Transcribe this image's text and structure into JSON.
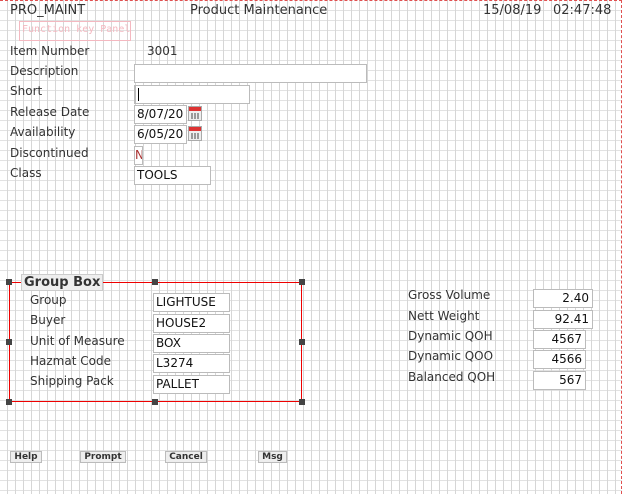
{
  "header": {
    "program": "PRO_MAINT",
    "title": "Product Maintenance",
    "date": "15/08/19",
    "time": "02:47:48"
  },
  "function_key_panel": "Function key Panel",
  "fields": {
    "item_number": {
      "label": "Item Number",
      "value": "3001"
    },
    "description": {
      "label": "Description",
      "value": ""
    },
    "short": {
      "label": "Short",
      "value": ""
    },
    "release_date": {
      "label": "Release Date",
      "value": "8/07/20"
    },
    "availability": {
      "label": "Availability",
      "value": "6/05/20"
    },
    "discontinued": {
      "label": "Discontinued",
      "value": "N"
    },
    "class": {
      "label": "Class",
      "value": "TOOLS"
    }
  },
  "group_box": {
    "title": "Group Box",
    "rows": [
      {
        "label": "Group",
        "value": "LIGHTUSE"
      },
      {
        "label": "Buyer",
        "value": "HOUSE2"
      },
      {
        "label": "Unit of Measure",
        "value": "BOX"
      },
      {
        "label": "Hazmat Code",
        "value": "L3274"
      },
      {
        "label": "Shipping Pack",
        "value": "PALLET"
      }
    ]
  },
  "stats": [
    {
      "label": "Gross Volume",
      "value": "2.40"
    },
    {
      "label": "Nett Weight",
      "value": "92.41"
    },
    {
      "label": "Dynamic QOH",
      "value": "4567"
    },
    {
      "label": "Dynamic QOO",
      "value": "4566"
    },
    {
      "label": "Balanced QOH",
      "value": "567"
    }
  ],
  "buttons": {
    "help": "Help",
    "prompt": "Prompt",
    "cancel": "Cancel",
    "msg": "Msg"
  }
}
